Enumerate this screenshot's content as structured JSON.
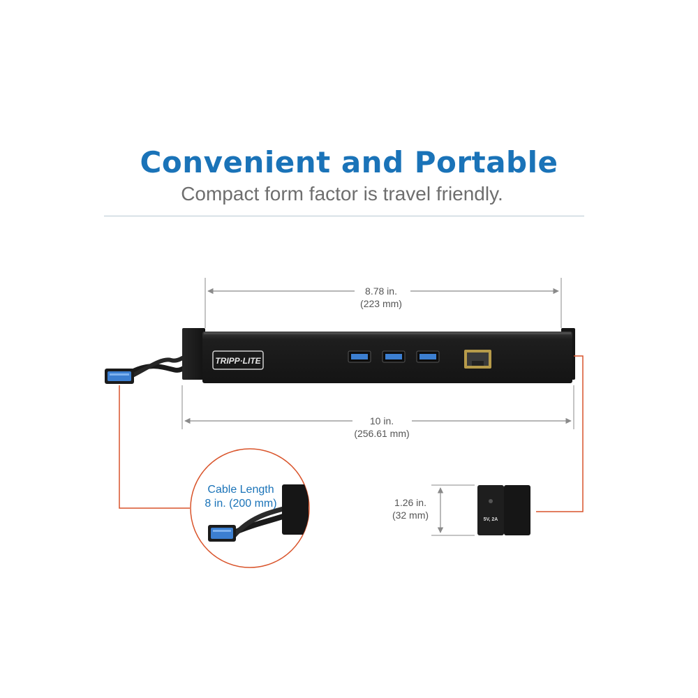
{
  "heading": {
    "title": "Convenient and Portable",
    "subtitle": "Compact form factor is travel friendly."
  },
  "product": {
    "brand_logo_text": "TRIPP·LITE",
    "usb_port_count": 3,
    "power_label": "5V, 2A"
  },
  "dimensions": {
    "body_length": {
      "line1": "8.78 in.",
      "line2": "(223 mm)"
    },
    "total_length": {
      "line1": "10 in.",
      "line2": "(256.61 mm)"
    },
    "height": {
      "line1": "1.26 in.",
      "line2": "(32 mm)"
    }
  },
  "cable_callout": {
    "line1": "Cable Length",
    "line2": "8 in. (200 mm)"
  },
  "colors": {
    "title": "#1a73b8",
    "subtitle": "#6e6e6e",
    "callout_text": "#1a73b8",
    "leader_line": "#d9542b",
    "usb_blue": "#3c7fd1",
    "device_body": "#1a1a1a"
  }
}
